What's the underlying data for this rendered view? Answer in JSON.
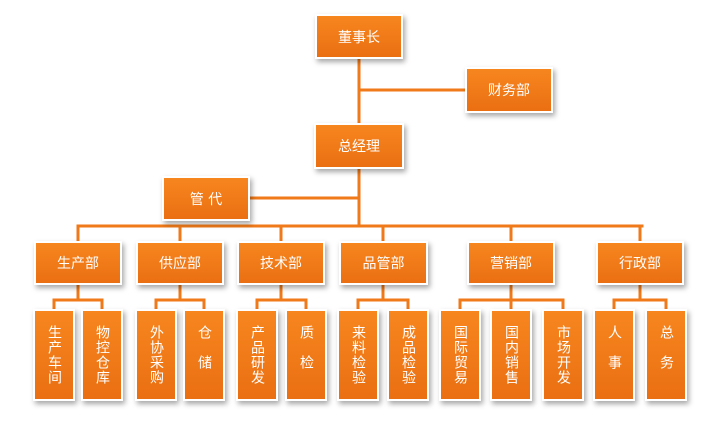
{
  "colors": {
    "box": "#f07a19",
    "line": "#f07a19",
    "text": "#ffffff"
  },
  "nodes": {
    "chairman": "董事长",
    "finance": "财务部",
    "gm": "总经理",
    "agent": "管 代",
    "production": "生产部",
    "supply": "供应部",
    "tech": "技术部",
    "quality": "品管部",
    "marketing": "营销部",
    "admin": "行政部",
    "workshop": "生产车间",
    "material_warehouse": "物控仓库",
    "outsourcing": "外协采购",
    "storage": "仓储",
    "rnd": "产品研发",
    "qc": "质检",
    "incoming_inspection": "来料检验",
    "product_inspection": "成品检验",
    "intl_trade": "国际贸易",
    "domestic_sales": "国内销售",
    "market_dev": "市场开发",
    "hr": "人事",
    "general_affairs": "总务"
  }
}
